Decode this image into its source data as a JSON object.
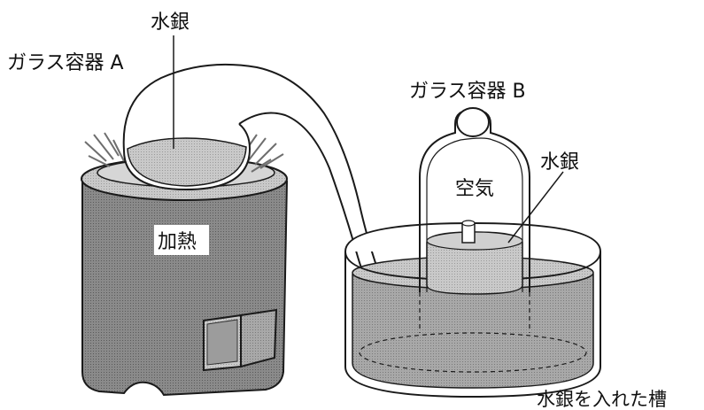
{
  "labels": {
    "mercury_top": "水銀",
    "container_a": "ガラス容器 A",
    "container_b": "ガラス容器 B",
    "air": "空気",
    "mercury_right": "水銀",
    "heating": "加熱",
    "trough": "水銀を入れた槽"
  },
  "colors": {
    "outline": "#1a1a1a",
    "stove_body": "#7a7a7a",
    "stove_top": "#b8b8b8",
    "mercury_light": "#c4c4c4",
    "mercury_dark": "#8c8c8c",
    "glass": "#ffffff",
    "flame": "#9a9a9a",
    "label_bg": "#ffffff"
  }
}
